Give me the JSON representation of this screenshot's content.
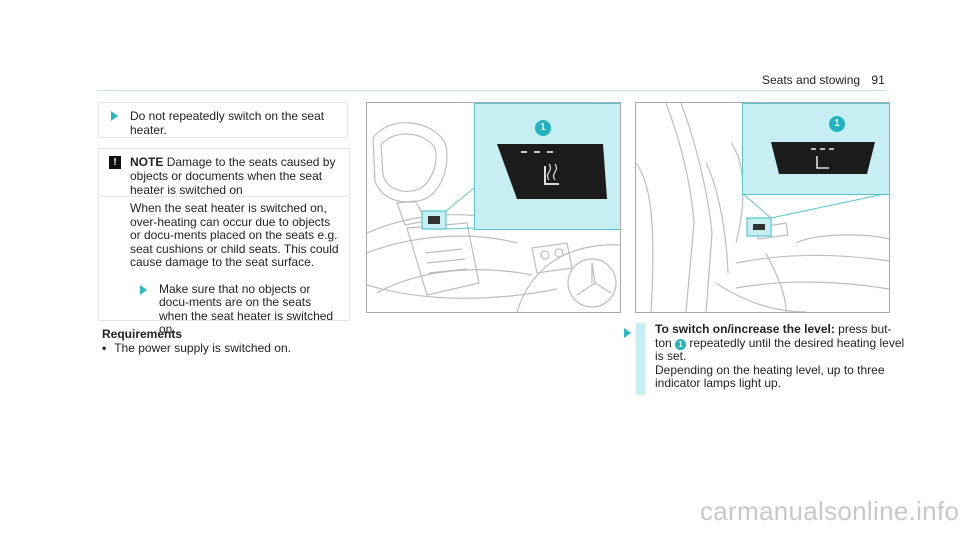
{
  "header": {
    "section": "Seats and stowing",
    "page": "91"
  },
  "left": {
    "tip": "Do not repeatedly switch on the seat heater.",
    "note_label": "NOTE",
    "note_title": "Damage to the seats caused by objects or documents when the seat heater is switched on",
    "note_body": "When the seat heater is switched on, over-heating can occur due to objects or docu-ments placed on the seats e.g. seat cushions or child seats. This could cause damage to the seat surface.",
    "note_action": "Make sure that no objects or docu-ments are on the seats when the seat heater is switched on.",
    "requirements_title": "Requirements",
    "requirements": [
      "The power supply is switched on."
    ]
  },
  "figures": [
    {
      "badge": "1"
    },
    {
      "badge": "1"
    }
  ],
  "step": {
    "title": "To switch on/increase the level:",
    "text_a": " press but-ton ",
    "badge": "1",
    "text_b": " repeatedly until the desired heating level is set.",
    "text_c": "Depending on the heating level, up to three indicator lamps light up."
  },
  "colors": {
    "accent": "#22b3c1",
    "callout": "#c7eef2"
  },
  "watermark": "carmanualsonline.info"
}
